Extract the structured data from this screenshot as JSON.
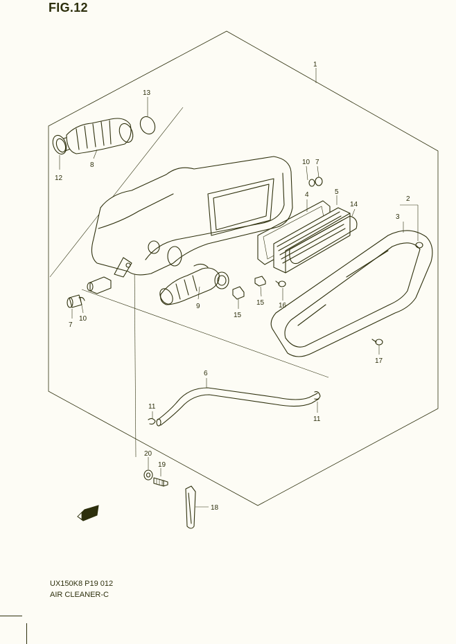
{
  "figure": {
    "title": "FIG.12"
  },
  "footer": {
    "code": "UX150K8 P19  012",
    "name": "AIR CLEANER-C"
  },
  "callouts": [
    {
      "id": "c1",
      "label": "1"
    },
    {
      "id": "c2",
      "label": "2"
    },
    {
      "id": "c3",
      "label": "3"
    },
    {
      "id": "c4",
      "label": "4"
    },
    {
      "id": "c5",
      "label": "5"
    },
    {
      "id": "c6",
      "label": "6"
    },
    {
      "id": "c7a",
      "label": "7"
    },
    {
      "id": "c7b",
      "label": "7"
    },
    {
      "id": "c8",
      "label": "8"
    },
    {
      "id": "c9",
      "label": "9"
    },
    {
      "id": "c10a",
      "label": "10"
    },
    {
      "id": "c10b",
      "label": "10"
    },
    {
      "id": "c11a",
      "label": "11"
    },
    {
      "id": "c11b",
      "label": "11"
    },
    {
      "id": "c12",
      "label": "12"
    },
    {
      "id": "c13",
      "label": "13"
    },
    {
      "id": "c14",
      "label": "14"
    },
    {
      "id": "c15a",
      "label": "15"
    },
    {
      "id": "c15b",
      "label": "15"
    },
    {
      "id": "c16",
      "label": "16"
    },
    {
      "id": "c17",
      "label": "17"
    },
    {
      "id": "c18",
      "label": "18"
    },
    {
      "id": "c19",
      "label": "19"
    },
    {
      "id": "c20",
      "label": "20"
    }
  ],
  "icons": {
    "front_arrow": "fwd-arrow-icon"
  }
}
